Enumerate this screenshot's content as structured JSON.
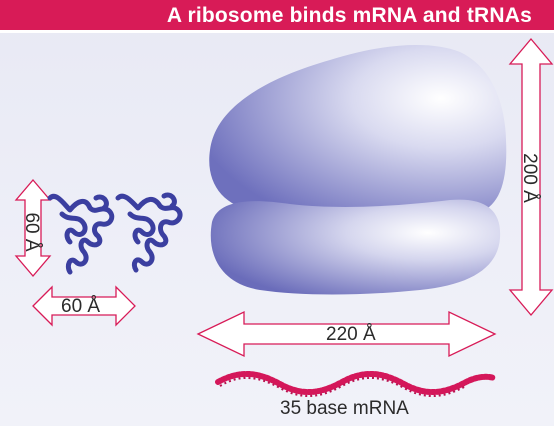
{
  "title": "A ribosome binds mRNA and tRNAs",
  "labels": {
    "trna_height": "60 Å",
    "trna_width": "60 Å",
    "ribosome_width": "220 Å",
    "ribosome_height": "200 Å",
    "mrna": "35 base mRNA"
  },
  "colors": {
    "title_bar": "#d81b57",
    "ribosome": "#7c7ec4",
    "trna": "#3b3fa0",
    "mrna": "#d4175a",
    "arrow_outline": "#d81b57"
  }
}
